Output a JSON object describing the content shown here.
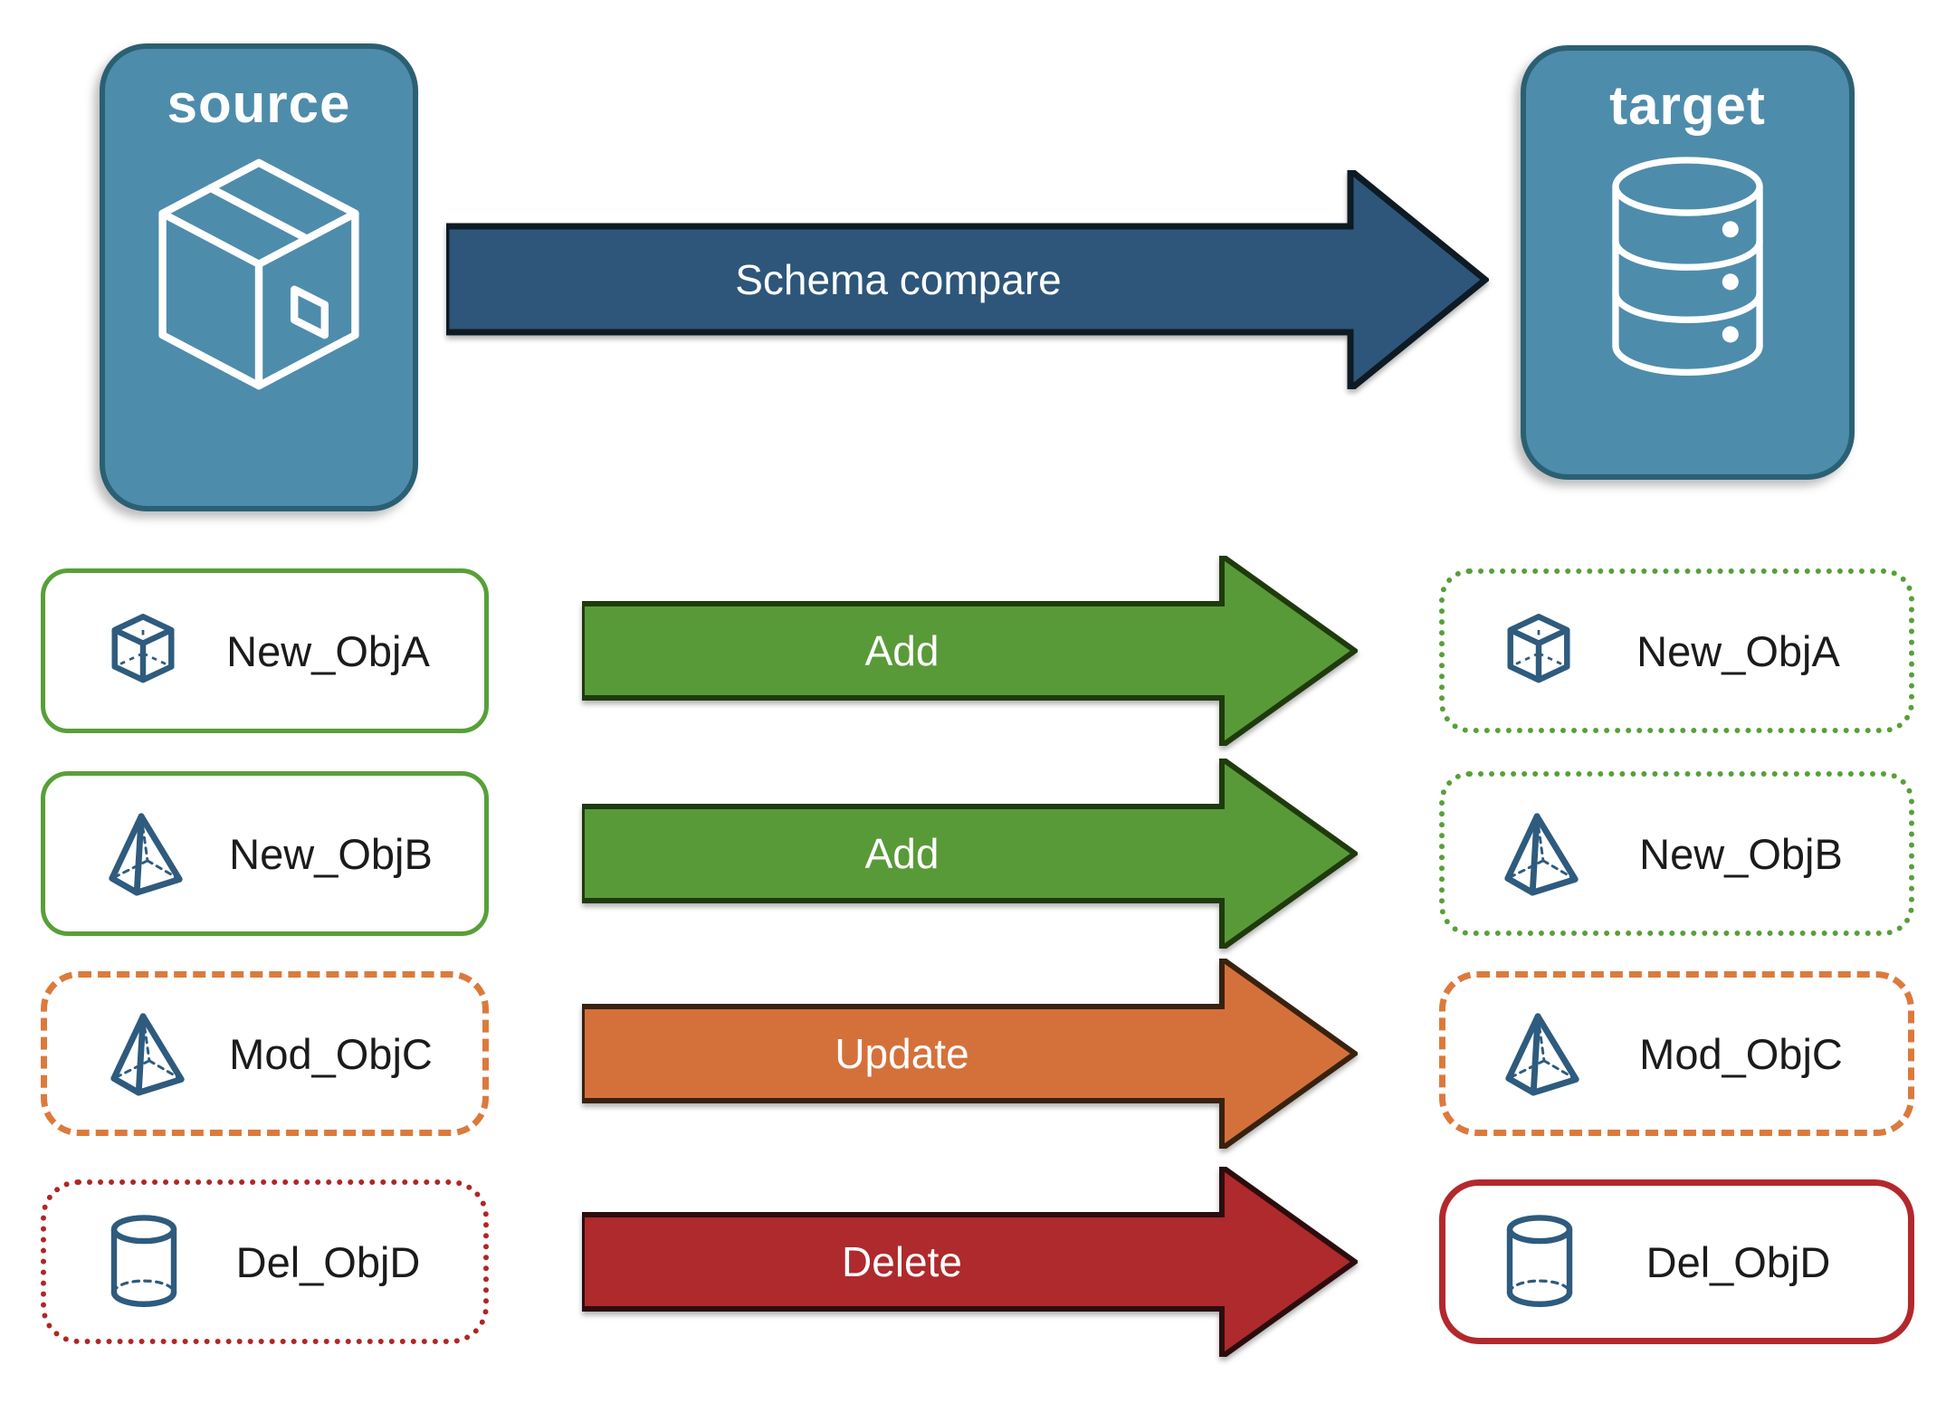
{
  "source_node": {
    "title": "source",
    "icon": "package-icon"
  },
  "target_node": {
    "title": "target",
    "icon": "database-icon"
  },
  "main_arrow": {
    "label": "Schema compare",
    "color": "#2D567A"
  },
  "rows": [
    {
      "object_icon": "cube-icon",
      "left_label": "New_ObjA",
      "arrow_label": "Add",
      "right_label": "New_ObjA",
      "arrow_color": "#599A38",
      "left_border": "solid #57A038",
      "right_border": "dotted #57A038"
    },
    {
      "object_icon": "pyramid-icon",
      "left_label": "New_ObjB",
      "arrow_label": "Add",
      "right_label": "New_ObjB",
      "arrow_color": "#599A38",
      "left_border": "solid #57A038",
      "right_border": "dotted #57A038"
    },
    {
      "object_icon": "pyramid-icon",
      "left_label": "Mod_ObjC",
      "arrow_label": "Update",
      "right_label": "Mod_ObjC",
      "arrow_color": "#D4713A",
      "left_border": "dashed #DC7A3C",
      "right_border": "dashed #DC7A3C"
    },
    {
      "object_icon": "cylinder-icon",
      "left_label": "Del_ObjD",
      "arrow_label": "Delete",
      "right_label": "Del_ObjD",
      "arrow_color": "#AE2A2C",
      "left_border": "dotted #B02626",
      "right_border": "solid #B3282C"
    }
  ],
  "colors": {
    "node_fill": "#4E8CAB",
    "node_border": "#2B6073",
    "icon_blue": "#2E5B7E",
    "green": "#599A38",
    "orange": "#D4713A",
    "red": "#AE2A2C",
    "main_arrow_blue": "#2D567A"
  }
}
